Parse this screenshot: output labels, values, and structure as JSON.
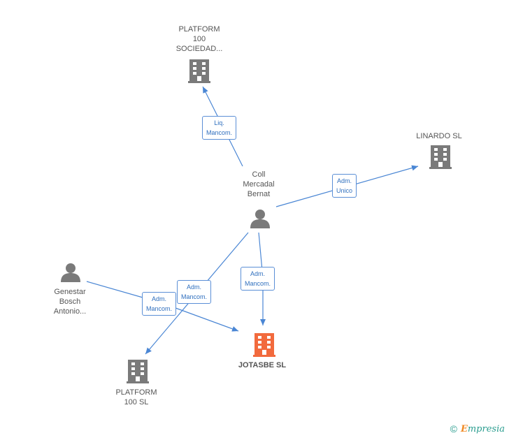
{
  "nodes": {
    "platform100_sociedad": {
      "name_lines": [
        "PLATFORM",
        "100",
        "SOCIEDAD..."
      ],
      "type": "company"
    },
    "linardo": {
      "name_lines": [
        "LINARDO SL"
      ],
      "type": "company"
    },
    "coll": {
      "name_lines": [
        "Coll",
        "Mercadal",
        "Bernat"
      ],
      "type": "person"
    },
    "genestar": {
      "name_lines": [
        "Genestar",
        "Bosch",
        "Antonio..."
      ],
      "type": "person"
    },
    "jotasbe": {
      "name_lines": [
        "JOTASBE SL"
      ],
      "type": "company-main"
    },
    "platform100_sl": {
      "name_lines": [
        "PLATFORM",
        "100 SL"
      ],
      "type": "company"
    }
  },
  "edges": {
    "coll_platform100_sociedad": {
      "label_lines": [
        "Liq.",
        "Mancom."
      ]
    },
    "coll_linardo": {
      "label_lines": [
        "Adm.",
        "Unico"
      ]
    },
    "coll_jotasbe": {
      "label_lines": [
        "Adm.",
        "Mancom."
      ]
    },
    "coll_platform100_sl": {
      "label_lines": [
        "Adm.",
        "Mancom."
      ]
    },
    "genestar_jotasbe": {
      "label_lines": [
        "Adm.",
        "Mancom."
      ]
    }
  },
  "colors": {
    "edge": "#4a86d4",
    "company_icon": "#7a7a7a",
    "main_company_icon": "#f26a3d",
    "person_icon": "#7a7a7a"
  },
  "copyright": {
    "symbol": "©",
    "brand_initial": "E",
    "brand_rest": "mpresia"
  }
}
